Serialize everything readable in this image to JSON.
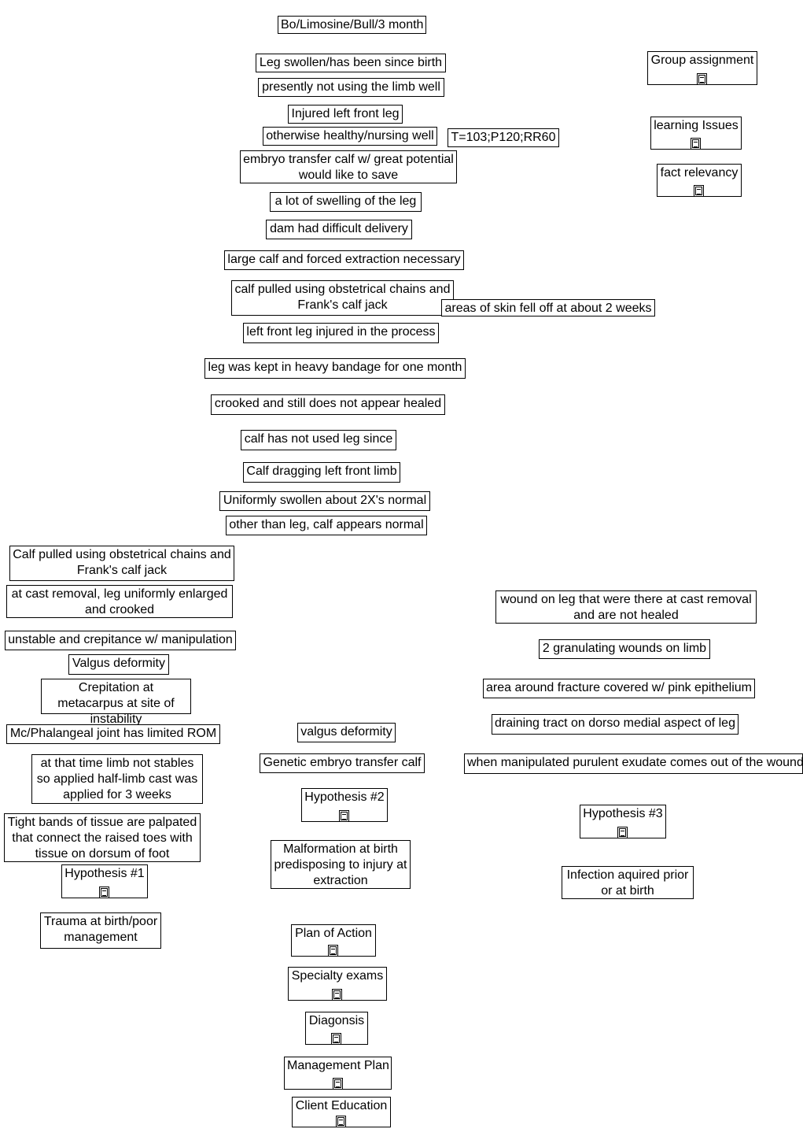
{
  "nodes": {
    "signalment": "Bo/Limosine/Bull/3 month",
    "leg_swollen": "Leg swollen/has been since birth",
    "not_using": "presently not using the limb well",
    "injured_left": "Injured left front leg",
    "otherwise_healthy": "otherwise healthy/nursing well",
    "vitals": "T=103;P120;RR60",
    "embryo_transfer": "embryo transfer calf w/ great potential would like to save",
    "swelling": "a lot of swelling of the leg",
    "difficult_delivery": "dam had difficult delivery",
    "forced_extraction": "large calf and forced extraction necessary",
    "chains_jack": "calf pulled using obstetrical chains and Frank's calf jack",
    "skin_fell_off": "areas of skin fell off at about 2 weeks",
    "injured_in_process": "left front leg injured in the process",
    "heavy_bandage": "leg was kept in heavy bandage for one month",
    "crooked": "crooked and still does not appear healed",
    "not_used": "calf has not used leg since",
    "dragging": "Calf dragging left front limb",
    "uniformly_swollen": "Uniformly swollen about 2X's normal",
    "otherwise_normal": "other than leg, calf appears normal",
    "h1_chains_jack": "Calf pulled using obstetrical chains and Frank's calf jack",
    "cast_removal_enlarged": "at cast removal, leg uniformly enlarged and crooked",
    "unstable_crepitance": "unstable and crepitance w/ manipulation",
    "valgus_deformity_1": "Valgus deformity",
    "crepitation_metacarpus": "Crepitation at metacarpus at site of instability",
    "mc_phalangeal": "Mc/Phalangeal joint has limited ROM",
    "half_limb_cast": "at that time limb not stables so applied half-limb cast was applied for 3 weeks",
    "tight_bands": "Tight bands of tissue are palpated that connect the raised toes with tissue on dorsum of foot",
    "hypothesis_1": "Hypothesis #1",
    "trauma_birth": "Trauma at birth/poor management",
    "valgus_deformity_2": "valgus deformity",
    "genetic_embryo": "Genetic embryo transfer calf",
    "hypothesis_2": "Hypothesis #2",
    "malformation": "Malformation at birth predisposing to injury at extraction",
    "wound_on_leg": "wound on leg that were there at cast removal and are not healed",
    "granulating": "2 granulating wounds on limb",
    "pink_epithelium": "area around fracture covered w/ pink epithelium",
    "draining_tract": "draining tract on dorso medial aspect of leg",
    "purulent_exudate": "when manipulated purulent exudate comes out of the wound",
    "hypothesis_3": "Hypothesis #3",
    "infection": "Infection aquired prior or at birth",
    "group_assignment": "Group assignment",
    "learning_issues": "learning Issues",
    "fact_relevancy": "fact relevancy",
    "plan_of_action": "Plan of Action",
    "specialty_exams": "Specialty exams",
    "diagnosis": "Diagonsis",
    "management_plan": "Management Plan",
    "client_education": "Client Education"
  },
  "icons": {
    "note": "document-icon"
  }
}
